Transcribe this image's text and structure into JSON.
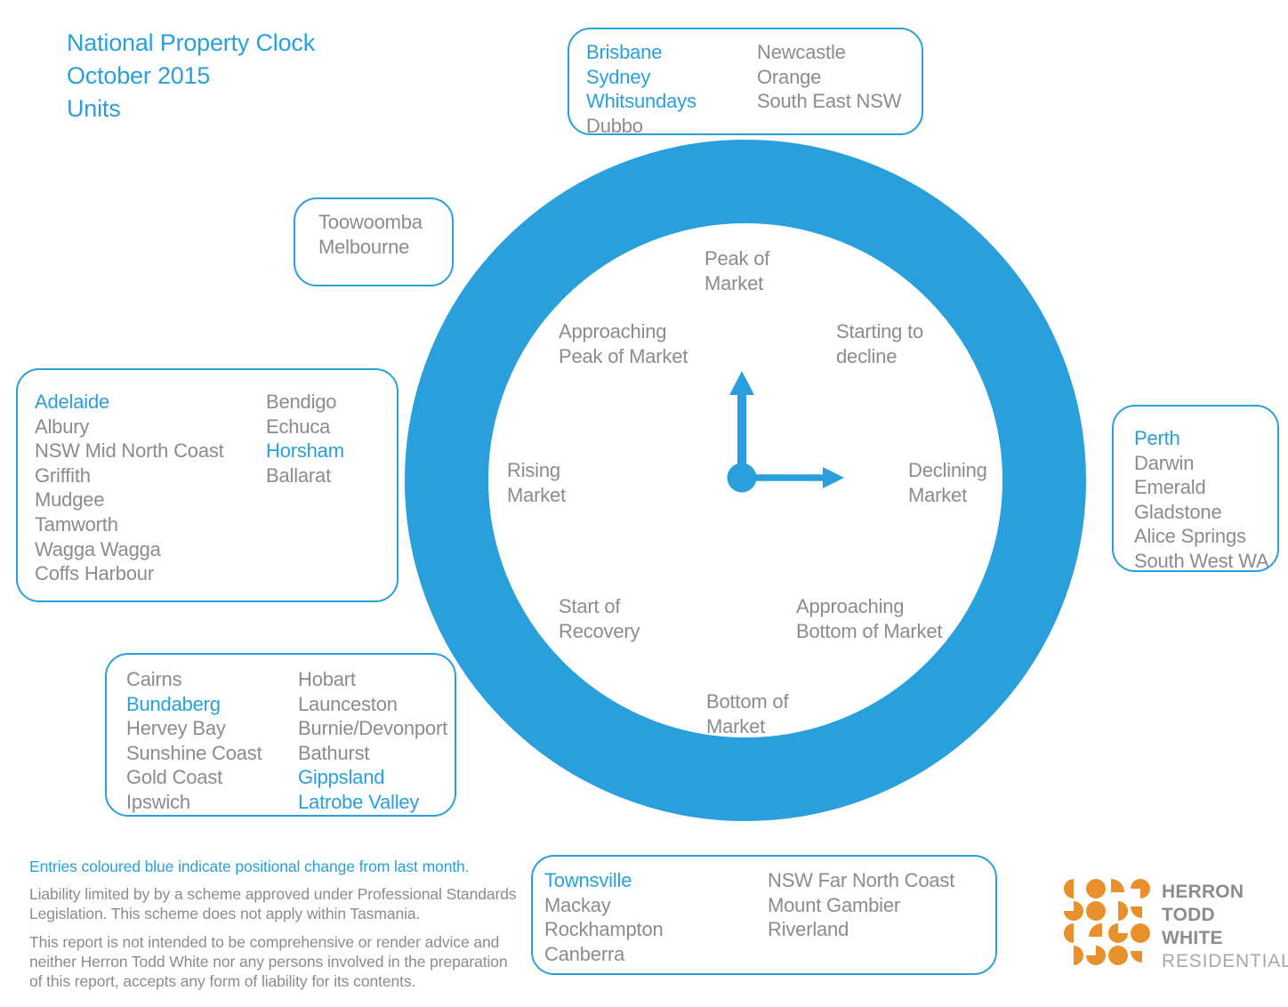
{
  "title": {
    "line1": "National Property Clock",
    "line2": "October 2015",
    "line3": "Units"
  },
  "clock": {
    "stages": {
      "peak": "Peak of\nMarket",
      "approaching_peak": "Approaching\nPeak of Market",
      "starting_to_decline": "Starting to\ndecline",
      "rising": "Rising\nMarket",
      "declining": "Declining\nMarket",
      "start_of_recovery": "Start of\nRecovery",
      "approaching_bottom": "Approaching\nBottom of Market",
      "bottom": "Bottom of\nMarket"
    },
    "hands": {
      "hour_points_to": "Peak of Market",
      "minute_points_to": "Declining Market"
    }
  },
  "groups": {
    "peak_of_market": {
      "col1": [
        {
          "text": "Brisbane",
          "changed": true
        },
        {
          "text": "Sydney",
          "changed": true
        },
        {
          "text": "Whitsundays",
          "changed": true
        },
        {
          "text": "Dubbo",
          "changed": false
        }
      ],
      "col2": [
        {
          "text": "Newcastle",
          "changed": false
        },
        {
          "text": "Orange",
          "changed": false
        },
        {
          "text": "South East NSW",
          "changed": false
        }
      ]
    },
    "approaching_peak": {
      "col1": [
        {
          "text": "Toowoomba",
          "changed": false
        },
        {
          "text": "Melbourne",
          "changed": false
        }
      ],
      "col2": []
    },
    "rising_market": {
      "col1": [
        {
          "text": "Adelaide",
          "changed": true
        },
        {
          "text": "Albury",
          "changed": false
        },
        {
          "text": "NSW Mid North Coast",
          "changed": false
        },
        {
          "text": "Griffith",
          "changed": false
        },
        {
          "text": "Mudgee",
          "changed": false
        },
        {
          "text": "Tamworth",
          "changed": false
        },
        {
          "text": "Wagga Wagga",
          "changed": false
        },
        {
          "text": "Coffs Harbour",
          "changed": false
        }
      ],
      "col2": [
        {
          "text": "Bendigo",
          "changed": false
        },
        {
          "text": "Echuca",
          "changed": false
        },
        {
          "text": "Horsham",
          "changed": true
        },
        {
          "text": "Ballarat",
          "changed": false
        }
      ]
    },
    "declining_market": {
      "col1": [
        {
          "text": "Perth",
          "changed": true
        },
        {
          "text": "Darwin",
          "changed": false
        },
        {
          "text": "Emerald",
          "changed": false
        },
        {
          "text": "Gladstone",
          "changed": false
        },
        {
          "text": "Alice Springs",
          "changed": false
        },
        {
          "text": "South West WA",
          "changed": false
        }
      ],
      "col2": []
    },
    "start_of_recovery": {
      "col1": [
        {
          "text": "Cairns",
          "changed": false
        },
        {
          "text": "Bundaberg",
          "changed": true
        },
        {
          "text": "Hervey Bay",
          "changed": false
        },
        {
          "text": "Sunshine Coast",
          "changed": false
        },
        {
          "text": "Gold Coast",
          "changed": false
        },
        {
          "text": "Ipswich",
          "changed": false
        }
      ],
      "col2": [
        {
          "text": "Hobart",
          "changed": false
        },
        {
          "text": "Launceston",
          "changed": false
        },
        {
          "text": "Burnie/Devonport",
          "changed": false
        },
        {
          "text": "Bathurst",
          "changed": false
        },
        {
          "text": "Gippsland",
          "changed": true
        },
        {
          "text": "Latrobe Valley",
          "changed": true
        }
      ]
    },
    "bottom_of_market": {
      "col1": [
        {
          "text": "Townsville",
          "changed": true
        },
        {
          "text": "Mackay",
          "changed": false
        },
        {
          "text": "Rockhampton",
          "changed": false
        },
        {
          "text": "Canberra",
          "changed": false
        }
      ],
      "col2": [
        {
          "text": "NSW Far North Coast",
          "changed": false
        },
        {
          "text": "Mount Gambier",
          "changed": false
        },
        {
          "text": "Riverland",
          "changed": false
        }
      ]
    }
  },
  "footnote": {
    "highlight": "Entries coloured blue indicate positional change from last month.",
    "para1": "Liability limited by by a scheme approved under Professional Standards Legislation. This scheme does not apply within Tasmania.",
    "para2": "This report is not intended to be comprehensive or render advice and neither Herron Todd White nor any persons involved in the preparation of this report, accepts any form of liability for its contents."
  },
  "logo": {
    "line1": "HERRON",
    "line2": "TODD",
    "line3": "WHITE",
    "line4": "RESIDENTIAL"
  },
  "colors": {
    "blue": "#29A0DB",
    "gray": "#8B8B90",
    "orange": "#E8902B",
    "logo_text_gray": "#8A8C8E",
    "logo_residential_gray": "#A6A8AA"
  }
}
